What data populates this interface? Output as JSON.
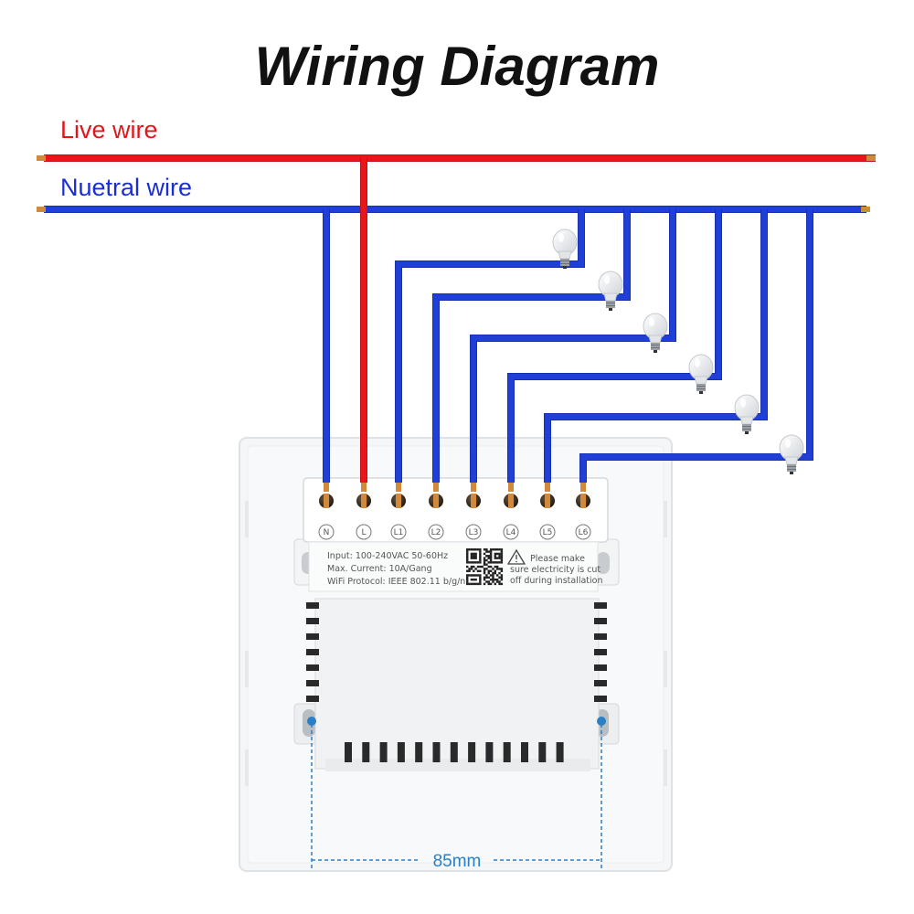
{
  "title": "Wiring Diagram",
  "wires": {
    "live": "Live wire",
    "neutral": "Nuetral wire"
  },
  "terminals": [
    "N",
    "L",
    "L1",
    "L2",
    "L3",
    "L4",
    "L5",
    "L6"
  ],
  "specs": {
    "input": "Input: 100-240VAC 50-60Hz",
    "current": "Max. Current: 10A/Gang",
    "protocol": "WiFi Protocol: IEEE 802.11 b/g/n",
    "warning_1": "Please make",
    "warning_2": "sure electricity is cut",
    "warning_3": "off during installation"
  },
  "dimension": "85mm",
  "colors": {
    "live": "#e8161b",
    "neutral": "#1f3fd6",
    "copper": "#d08a3a",
    "dimension": "#2b7fc4"
  },
  "icons": [
    "light-bulb-icon",
    "qr-code-icon",
    "warning-triangle-icon"
  ]
}
